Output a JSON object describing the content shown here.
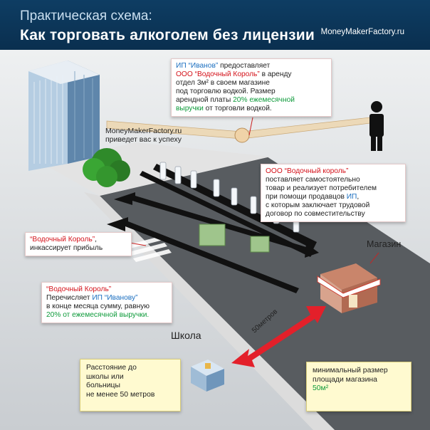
{
  "header": {
    "title1": "Практическая схема:",
    "title2": "Как торговать  алкоголем без лицензии",
    "site": "MoneyMakerFactory.ru"
  },
  "box1": {
    "l1a": "ИП “Иванов”",
    "l1b": " предоставляет",
    "l2": "ООО “Водочный Король”",
    "l2b": " в аренду",
    "l3": "отдел 3м² в своем магазине",
    "l4": "под торговлю водкой. Размер",
    "l5a": "арендной платы ",
    "l5b": "20% ежемесячной",
    "l6a": "выручки",
    "l6b": " от торговли водкой."
  },
  "mmf_note": {
    "site": "MoneyMakerFactory.ru",
    "text": "приведет вас к успеху"
  },
  "box2": {
    "l1": "ООО “Водочный король”",
    "l2": "поставляет самостоятельно",
    "l3": "товар и реализует потребителем",
    "l4a": "при помощи продавцов ",
    "l4b": "ИП",
    "l4c": ",",
    "l5": "с которым заключает трудовой",
    "l6": "договор по совместительству"
  },
  "box3": {
    "l1": "“Водочный Король”",
    "l1b": ",",
    "l2": "инкассирует прибыль"
  },
  "box4": {
    "l1": "“Водочный Король”",
    "l2a": "Перечисляет ",
    "l2b": "ИП “Иванову”",
    "l3": "в конце месяца сумму, равную",
    "l4": "20% от ежемесячной выручки."
  },
  "labels": {
    "shop": "Магазин",
    "school": "Школа",
    "distance": "50метров"
  },
  "box5": {
    "l1": "Расстояние до",
    "l2": "школы или",
    "l3": "больницы",
    "l4": "не менее 50 метров"
  },
  "box6": {
    "l1": "минимальный размер",
    "l2": "площади магазина",
    "l3": "50м²"
  },
  "colors": {
    "header": "#0b3456",
    "accent_red": "#d4121a",
    "accent_blue": "#1b6fc0",
    "accent_green": "#0d9a3a",
    "note_yellow": "#fffad0"
  }
}
